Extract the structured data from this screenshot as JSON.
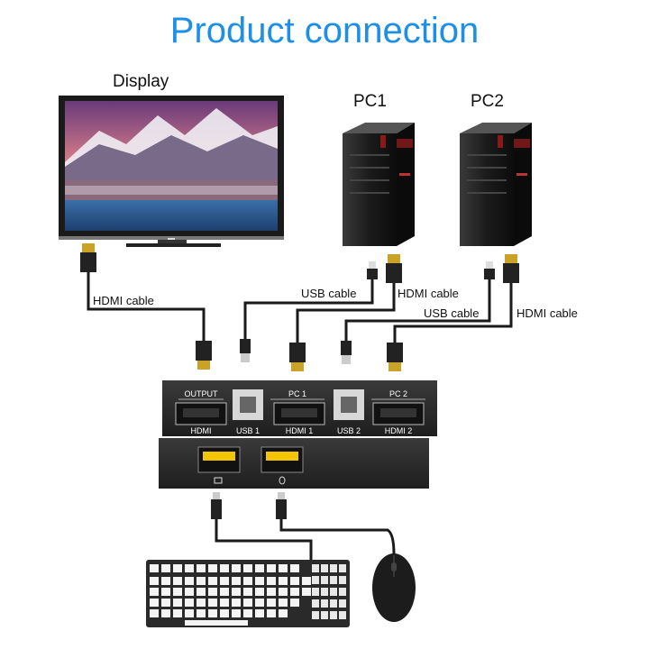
{
  "title": "Product connection",
  "devices": {
    "display": "Display",
    "pc1": "PC1",
    "pc2": "PC2"
  },
  "cables": {
    "display_hdmi": "HDMI cable",
    "pc1_usb": "USB cable",
    "pc1_hdmi": "HDMI cable",
    "pc2_usb": "USB cable",
    "pc2_hdmi": "HDMI cable"
  },
  "switch": {
    "output_label": "OUTPUT",
    "output_port": "HDMI",
    "pc1_label": "PC 1",
    "pc2_label": "PC 2",
    "usb1": "USB 1",
    "hdmi1": "HDMI 1",
    "usb2": "USB 2",
    "hdmi2": "HDMI 2"
  },
  "colors": {
    "title": "#1e8fe6",
    "cable": "#1a1a1a",
    "hdmi_connector": "#c9a227",
    "switch_body": "#2b2b2b",
    "usb_port": "#f2c500"
  }
}
